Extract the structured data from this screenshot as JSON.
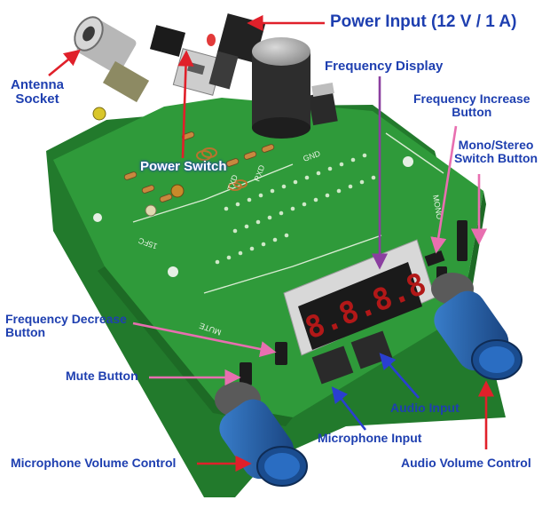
{
  "labels": {
    "power_input": "Power Input (12 V / 1 A)",
    "antenna_socket": [
      "Antenna",
      "Socket"
    ],
    "frequency_display": "Frequency Display",
    "frequency_increase": [
      "Frequency Increase",
      "Button"
    ],
    "mono_stereo": [
      "Mono/Stereo",
      "Switch Button"
    ],
    "power_switch": "Power Switch",
    "frequency_decrease": [
      "Frequency Decrease",
      "Button"
    ],
    "mute_button": "Mute Button",
    "audio_input": "Audio Input",
    "microphone_input": "Microphone Input",
    "microphone_volume": "Microphone Volume Control",
    "audio_volume": "Audio Volume Control"
  },
  "board_marks": {
    "mute": "MUTE",
    "mono": "MONO",
    "gnd": "GND",
    "fc": "15FC",
    "txd": "TXD",
    "rxd": "RXD",
    "display_digits": "8.8.8.8"
  },
  "colors": {
    "label_blue": "#1e3fb0",
    "arrow_red": "#e0202a",
    "arrow_purple": "#8b3fa0",
    "arrow_pink": "#e86fb0",
    "arrow_blue": "#2a3fd0",
    "pcb_green": "#2f9a3a",
    "knob_blue": "#1f5fae"
  }
}
